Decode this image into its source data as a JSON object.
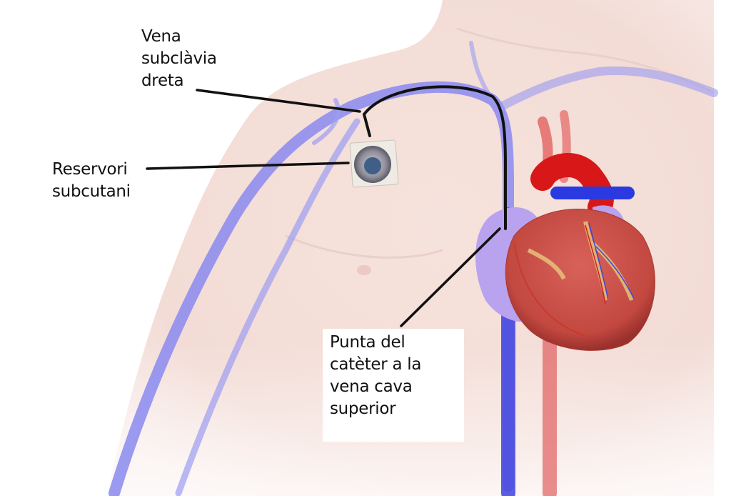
{
  "figure": {
    "type": "anatomical-illustration",
    "subject": "Subcutaneous port catheter in chest with heart",
    "colors": {
      "background": "#ffffff",
      "skin": "#f3dcd6",
      "vein": "#7c7ce8",
      "artery": "#d81818",
      "heart_muscle": "#c9524a",
      "atrium": "#b9a2ee",
      "catheter": "#111111",
      "label_box": "#ffffff"
    }
  },
  "labels": {
    "subclavian_vein": {
      "lines": [
        "Vena",
        "subclàvia",
        "dreta"
      ]
    },
    "subcutaneous_port": {
      "lines": [
        "Reservori",
        "subcutani"
      ]
    },
    "catheter_tip": {
      "lines": [
        "Punta del",
        "catèter a la",
        "vena cava",
        "superior"
      ]
    }
  }
}
